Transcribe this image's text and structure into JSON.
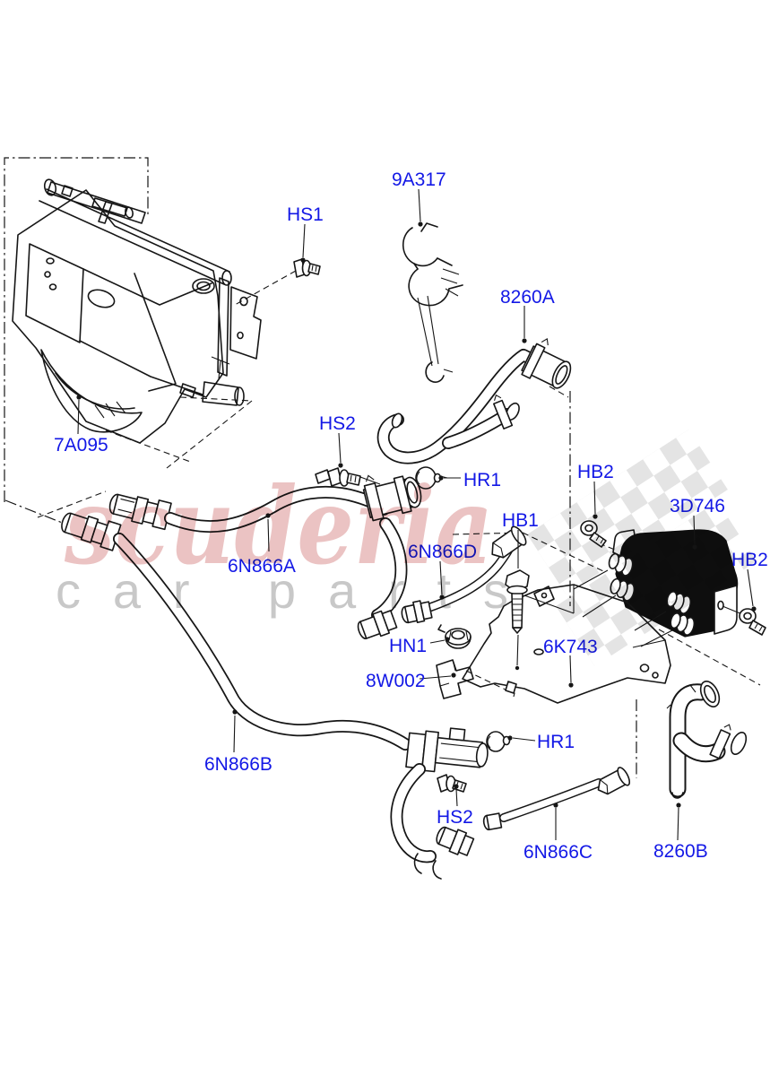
{
  "page": {
    "background": "#ffffff",
    "type": "parts-diagram"
  },
  "watermark": {
    "brand": "scuderia",
    "tagline": "car parts"
  },
  "colors": {
    "label_blue": "#1318e6",
    "line_black": "#161616",
    "watermark_red": "#c4504f",
    "watermark_gray": "#bfbfbf",
    "checker_gray": "#d2d2d2"
  },
  "labels": [
    {
      "part": "HS1",
      "text": "HS1"
    },
    {
      "part": "9A317",
      "text": "9A317"
    },
    {
      "part": "8260A",
      "text": "8260A"
    },
    {
      "part": "7A095",
      "text": "7A095"
    },
    {
      "part": "HS2-top",
      "text": "HS2"
    },
    {
      "part": "HR1-top",
      "text": "HR1"
    },
    {
      "part": "HB2-top",
      "text": "HB2"
    },
    {
      "part": "3D746",
      "text": "3D746"
    },
    {
      "part": "HB1",
      "text": "HB1"
    },
    {
      "part": "6N866A",
      "text": "6N866A"
    },
    {
      "part": "6N866D",
      "text": "6N866D"
    },
    {
      "part": "HB2-right",
      "text": "HB2"
    },
    {
      "part": "HN1",
      "text": "HN1"
    },
    {
      "part": "8W002",
      "text": "8W002"
    },
    {
      "part": "6K743",
      "text": "6K743"
    },
    {
      "part": "6N866B",
      "text": "6N866B"
    },
    {
      "part": "HR1-bottom",
      "text": "HR1"
    },
    {
      "part": "HS2-bottom",
      "text": "HS2"
    },
    {
      "part": "6N866C",
      "text": "6N866C"
    },
    {
      "part": "8260B",
      "text": "8260B"
    }
  ]
}
